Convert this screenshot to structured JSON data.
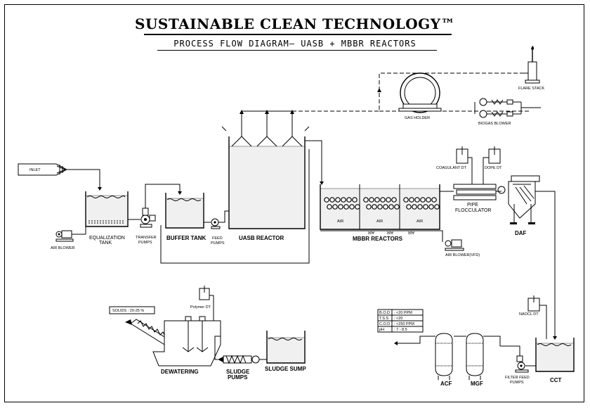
{
  "header": {
    "title": "SUSTAINABLE CLEAN TECHNOLOGY™",
    "subtitle": "PROCESS FLOW DIAGRAM— UASB + MBBR REACTORS"
  },
  "labels": {
    "inlet": "INLET",
    "equalization_1": "EQUALIZATION",
    "equalization_2": "TANK",
    "air_blower": "AIR BLOWER",
    "transfer_1": "TRANSFER",
    "transfer_2": "PUMPS",
    "buffer_tank": "BUFFER TANK",
    "feed_1": "FEED",
    "feed_2": "PUMPS",
    "uasb_reactor": "UASB REACTOR",
    "gas_holder": "GAS HOLDER",
    "flare_stack": "FLARE STACK",
    "biogas_blower": "BIOGAS BLOWER",
    "mbbr_reactors": "MBBR REACTORS",
    "air_1": "AIR",
    "air_2": "AIR",
    "air_3": "AIR",
    "air_4": "AIR",
    "air_5": "AIR",
    "air_6": "AIR",
    "air_blower_vfd": "AIR BLOWER(VFD)",
    "coagulant_dt": "COAGULANT DT",
    "dope_dt": "DOPE DT",
    "pipe_1": "PIPE",
    "pipe_2": "FLOCCULATOR",
    "daf": "DAF",
    "naocl_dt": "NAOCL DT",
    "cct": "CCT",
    "filter_feed_1": "FILTER FEED",
    "filter_feed_2": "PUMPS",
    "acf": "ACF",
    "mgf": "MGF",
    "solids": "SOLIDS : 20-25 %",
    "polymer_dt": "Polymer DT",
    "dewatering": "DEWATERING",
    "sludge_pumps_1": "SLUDGE",
    "sludge_pumps_2": "PUMPS",
    "sludge_sump": "SLUDGE SUMP"
  },
  "quality_table": [
    {
      "param": "B.O.D",
      "value": ": <20 PPM"
    },
    {
      "param": "T.S.S",
      "value": ": <20"
    },
    {
      "param": "C.O.D",
      "value": ": <250 PPM"
    },
    {
      "param": "pH",
      "value": ": 7 - 8.5"
    }
  ]
}
